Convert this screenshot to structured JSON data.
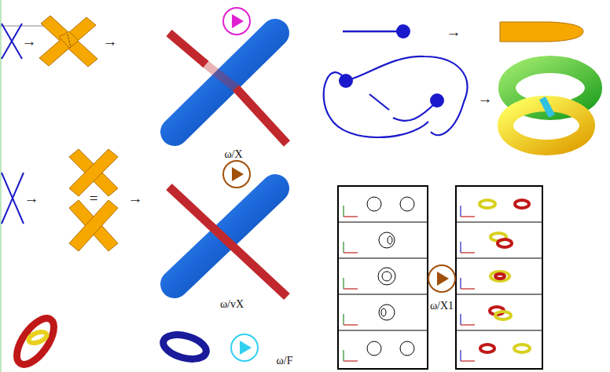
{
  "diagram": {
    "labels": [
      "→",
      "→",
      "→",
      "→",
      "ω/X",
      "→",
      "=",
      "→",
      "ω/vX",
      "ω/X1",
      "ω/F"
    ]
  }
}
